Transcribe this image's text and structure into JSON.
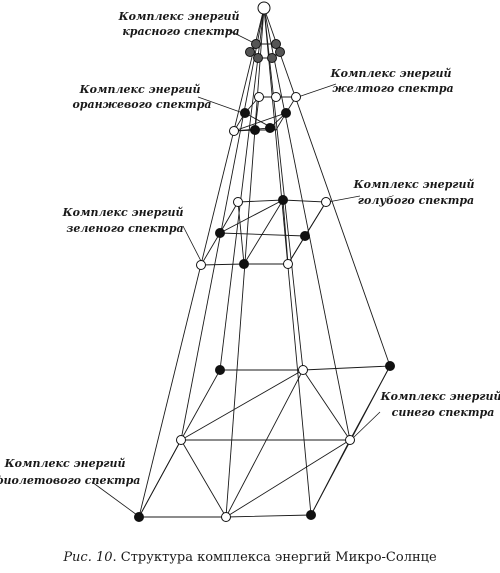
{
  "labels": {
    "red": [
      "Комплекс энергий",
      "красного спектра"
    ],
    "yellow": [
      "Комплекс энергий",
      "желтого спектра"
    ],
    "orange": [
      "Комплекс энергий",
      "оранжевого спектра"
    ],
    "blue": [
      "Комплекс энергий",
      "голубого спектра"
    ],
    "green": [
      "Комплекс энергий",
      "зеленого спектра"
    ],
    "indigo": [
      "Комплекс энергий",
      "синего спектра"
    ],
    "violet": [
      "Комплекс энергий",
      "фиолетового спектра"
    ]
  },
  "caption": {
    "figure_number": "Рис. 10",
    "text": "Структура комплекса энергий Микро-Солнце"
  }
}
